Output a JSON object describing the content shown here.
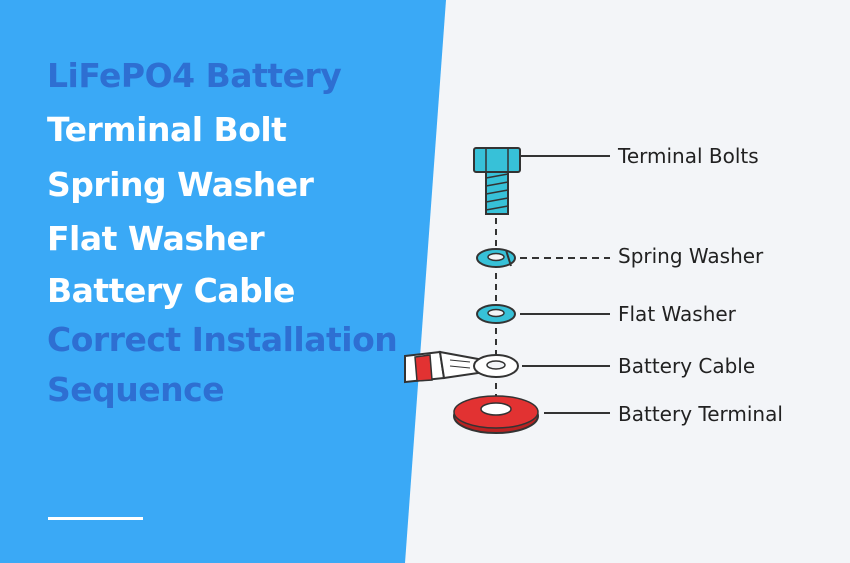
{
  "title": {
    "line1": "LiFePO4 Battery",
    "line2": "Terminal Bolt",
    "line3": "Spring Washer",
    "line4": "Flat Washer",
    "line5": "Battery Cable",
    "line6": "Correct Installation",
    "line7": "Sequence"
  },
  "labels": {
    "terminal_bolts": "Terminal Bolts",
    "spring_washer": "Spring Washer",
    "flat_washer": "Flat Washer",
    "battery_cable": "Battery Cable",
    "battery_terminal": "Battery Terminal"
  },
  "colors": {
    "panel_blue": "#3aa9f6",
    "title_blue": "#2e6fd2",
    "bolt_cyan": "#37c1d8",
    "terminal_red": "#e23232",
    "background": "#f3f5f8"
  }
}
